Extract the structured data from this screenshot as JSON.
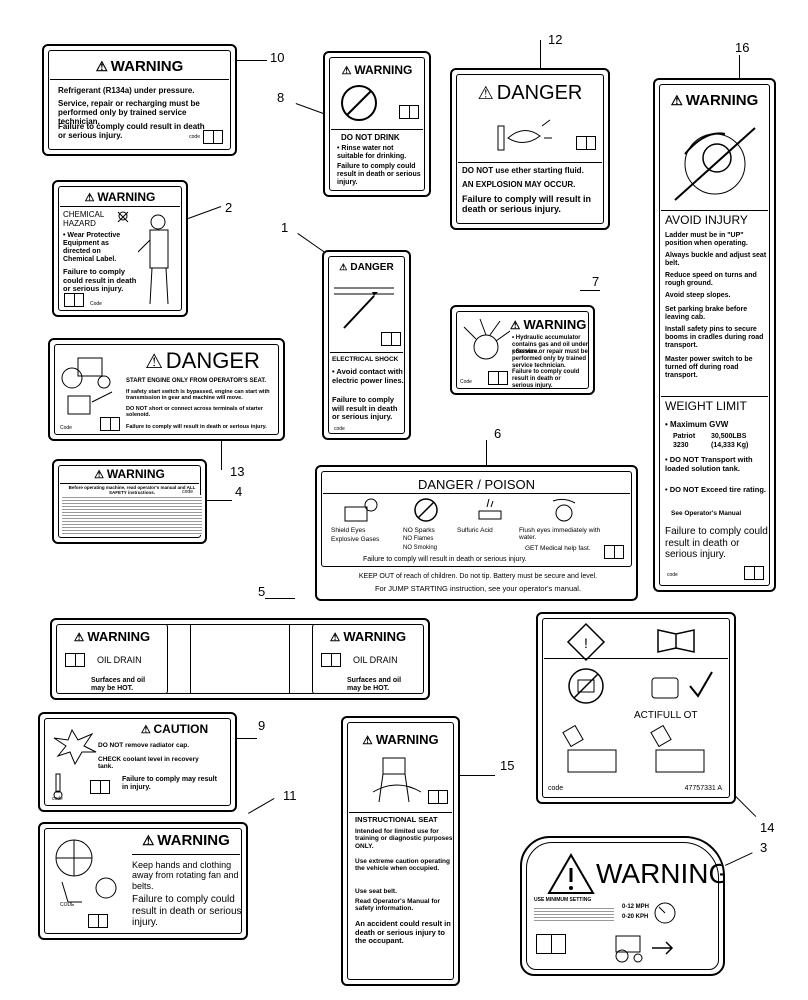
{
  "callouts": [
    "1",
    "2",
    "3",
    "4",
    "5",
    "6",
    "7",
    "8",
    "9",
    "10",
    "11",
    "12",
    "13",
    "14",
    "15",
    "16"
  ],
  "decal10": {
    "header": "WARNING",
    "l1": "Refrigerant (R134a) under pressure.",
    "l2": "Service, repair or recharging must be performed only by trained service technician.",
    "l3": "Failure to comply could result in death or serious injury.",
    "code": "code"
  },
  "decal8": {
    "header": "WARNING",
    "title": "DO NOT DRINK",
    "l1": "• Rinse water not suitable for drinking.",
    "l2": "Failure to comply could result in death or serious injury."
  },
  "decal12": {
    "header": "DANGER",
    "l1": "DO NOT use ether starting fluid.",
    "l2": "AN EXPLOSION MAY OCCUR.",
    "l3": "Failure to comply will result in death or serious injury."
  },
  "decal16": {
    "header": "WARNING",
    "title": "AVOID INJURY",
    "items": [
      "Ladder must be in \"UP\" position when operating.",
      "Always buckle and adjust seat belt.",
      "Reduce speed on turns and rough ground.",
      "Avoid steep slopes.",
      "Set parking brake before leaving cab.",
      "Install safety pins to secure booms in cradles during road transport.",
      "Master power switch to be turned off during road transport."
    ],
    "weight_title": "WEIGHT LIMIT",
    "gvw": "• Maximum GVW",
    "patriot": "Patriot",
    "p_val": "30,500LBS",
    "m_val": "(14,333 Kg)",
    "m": "3230",
    "t1": "• DO NOT Transport with loaded solution tank.",
    "t2": "• DO NOT Exceed tire rating.",
    "see": "See Operator's Manual",
    "fail": "Failure to comply could result in death or serious injury.",
    "code": "code"
  },
  "decal2": {
    "header": "WARNING",
    "title": "CHEMICAL HAZARD",
    "l1": "• Wear Protective Equipment as directed on Chemical Label.",
    "l2": "Failure to comply could result in death or serious injury.",
    "code": "Code"
  },
  "decal1": {
    "header": "DANGER",
    "title": "ELECTRICAL SHOCK",
    "l1": "• Avoid contact with electric power lines.",
    "l2": "Failure to comply will result in death or serious injury.",
    "code": "code"
  },
  "decal7": {
    "header": "WARNING",
    "l1": "• Hydraulic accumulator contains gas and oil under pressure.",
    "l2": "• Service or repair must be performed only by trained service technician.",
    "l3": "Failure to comply could result in death or serious injury.",
    "code": "Code"
  },
  "decal13": {
    "header": "DANGER",
    "l1": "START ENGINE ONLY FROM OPERATOR'S SEAT.",
    "l2": "If safety start switch is bypassed, engine can start with transmission in gear and machine will move.",
    "l3": "DO NOT short or connect across terminals of starter solenoid.",
    "l4": "Failure to comply will result in death or serious injury.",
    "code": "Code"
  },
  "decal4": {
    "header": "WARNING",
    "l1": "Before operating machine, read operator's manual and ALL SAFETY instructions.",
    "code": "code"
  },
  "decal6": {
    "header": "DANGER / POISON",
    "c1": "Shield Eyes",
    "c1b": "Explosive Gases",
    "c2": "NO Sparks",
    "c2b": "NO Flames",
    "c2c": "NO Smoking",
    "c3": "Sulfuric Acid",
    "c4": "Flush eyes immediately with water.",
    "c4b": "GET Medical help fast.",
    "fail": "Failure to comply will result in death or serious injury.",
    "b1": "KEEP OUT of reach of children.  Do not tip.  Battery must be secure and level.",
    "b2": "For JUMP STARTING instruction, see your operator's manual."
  },
  "decal5": {
    "header": "WARNING",
    "title": "OIL DRAIN",
    "l1": "Surfaces and oil may be HOT."
  },
  "decal14": {
    "label": "ACTIFULL OT",
    "code": "code",
    "part": "47757331 A"
  },
  "decal9": {
    "header": "CAUTION",
    "l1": "DO NOT remove radiator cap.",
    "l2": "CHECK coolant level in recovery tank.",
    "l3": "Failure to comply may result in injury.",
    "code": "code"
  },
  "decal15": {
    "header": "WARNING",
    "title": "INSTRUCTIONAL SEAT",
    "items": [
      "Intended for limited use for training or diagnostic purposes ONLY.",
      "Use extreme caution operating the vehicle when occupied.",
      "Use seat belt.",
      "Read Operator's Manual for safety information."
    ],
    "fail": "An accident could result in death or serious injury to the occupant."
  },
  "decal11": {
    "header": "WARNING",
    "l1": "Keep hands and clothing away from rotating fan and belts.",
    "l2": "Failure to comply could result in death or serious injury.",
    "code": "CODE"
  },
  "decal3": {
    "header": "WARNING",
    "title": "USE MINIMUM SETTING",
    "speed1": "0-12 MPH",
    "speed2": "0-20 KPH"
  }
}
